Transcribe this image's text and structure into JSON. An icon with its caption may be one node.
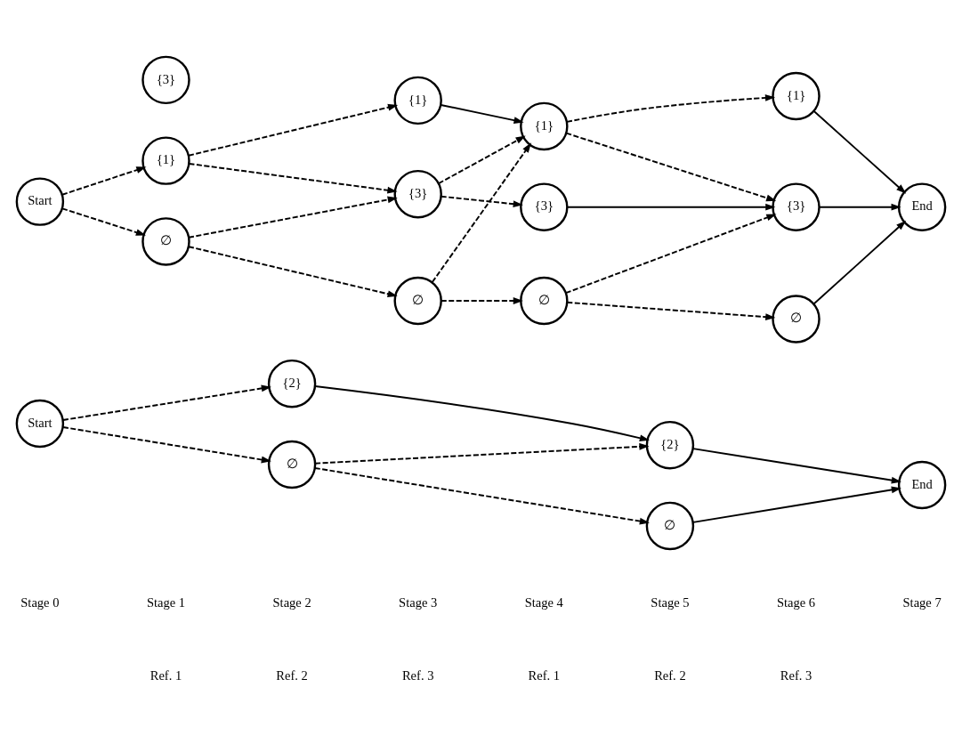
{
  "diagram": {
    "nodes": [
      {
        "text": [
          "Start"
        ]
      },
      {
        "text": [
          "∅"
        ]
      },
      {
        "text": [
          "{1}"
        ]
      },
      {
        "text": [
          "{3}"
        ]
      },
      {
        "text": [
          "∅"
        ]
      },
      {
        "text": [
          "{1}"
        ]
      },
      {
        "text": [
          "{3}"
        ]
      },
      {
        "text": [
          "∅"
        ]
      },
      {
        "text": [
          "{1}"
        ]
      },
      {
        "text": [
          "{3}"
        ]
      },
      {
        "text": [
          "∅"
        ]
      },
      {
        "text": [
          "{1}"
        ]
      },
      {
        "text": [
          "{3}"
        ]
      },
      {
        "text": [
          "End"
        ]
      },
      {
        "text": [
          "Start"
        ]
      },
      {
        "text": [
          "∅"
        ]
      },
      {
        "text": [
          "{2}"
        ]
      },
      {
        "text": [
          "∅"
        ]
      },
      {
        "text": [
          "{2}"
        ]
      },
      {
        "text": [
          "End"
        ]
      }
    ],
    "edges": [
      {
        "from": 0,
        "to": 1,
        "arrow": "to",
        "style": "dashed"
      },
      {
        "from": 0,
        "to": 2,
        "arrow": "to",
        "style": "dashed"
      },
      {
        "from": 1,
        "to": 4,
        "arrow": "to",
        "style": "dashed"
      },
      {
        "from": 1,
        "to": 6,
        "arrow": "to",
        "style": "dashed"
      },
      {
        "from": 2,
        "to": 5,
        "arrow": "to",
        "style": "dashed"
      },
      {
        "from": 2,
        "to": 6,
        "arrow": "to",
        "style": "dashed"
      },
      {
        "from": 4,
        "to": 7,
        "arrow": "to",
        "style": "dashed"
      },
      {
        "from": 4,
        "to": 8,
        "arrow": "to",
        "style": "dashed"
      },
      {
        "from": 5,
        "to": 8,
        "arrow": "to"
      },
      {
        "from": 6,
        "to": 8,
        "arrow": "to",
        "style": "dashed"
      },
      {
        "from": 6,
        "to": 9,
        "arrow": "to",
        "style": "dashed"
      },
      {
        "from": 7,
        "to": 10,
        "arrow": "to",
        "style": "dashed"
      },
      {
        "from": 7,
        "to": 12,
        "arrow": "to",
        "style": "dashed"
      },
      {
        "from": 8,
        "to": 11,
        "arrow": "to",
        "style": "dashed"
      },
      {
        "from": 8,
        "to": 12,
        "arrow": "to",
        "style": "dashed"
      },
      {
        "from": 9,
        "to": 12,
        "arrow": "to"
      },
      {
        "from": 10,
        "to": 13,
        "arrow": "to"
      },
      {
        "from": 11,
        "to": 13,
        "arrow": "to"
      },
      {
        "from": 12,
        "to": 13,
        "arrow": "to"
      },
      {
        "from": 14,
        "to": 15,
        "arrow": "to",
        "style": "dashed"
      },
      {
        "from": 14,
        "to": 16,
        "arrow": "to",
        "style": "dashed"
      },
      {
        "from": 15,
        "to": 17,
        "arrow": "to",
        "style": "dashed"
      },
      {
        "from": 15,
        "to": 18,
        "arrow": "to",
        "style": "dashed"
      },
      {
        "from": 16,
        "to": 18,
        "arrow": "to"
      },
      {
        "from": 17,
        "to": 19,
        "arrow": "to"
      },
      {
        "from": 18,
        "to": 19,
        "arrow": "to"
      }
    ],
    "labels": [
      "Stage 0",
      "Stage 1",
      "Stage 2",
      "Stage 3",
      "Stage 4",
      "Stage 5",
      "Stage 6",
      "Stage 7",
      "Ref. 1",
      "Ref. 2",
      "Ref. 3",
      "Ref. 1",
      "Ref. 2",
      "Ref. 3"
    ]
  }
}
